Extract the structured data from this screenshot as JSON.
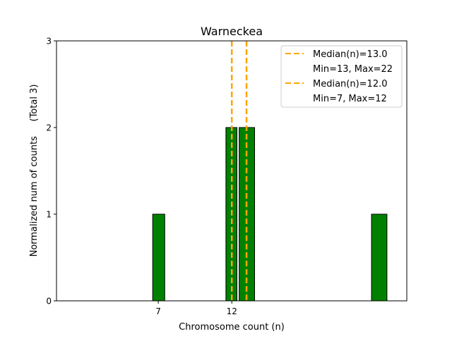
{
  "chart_data": {
    "type": "bar",
    "title": "Warneckea",
    "xlabel": "Chromosome count (n)",
    "ylabel": "Normalized num of counts     (Total 3)",
    "xlim": [
      0.08,
      23.9
    ],
    "ylim": [
      0,
      3
    ],
    "x_ticks": [
      7,
      12
    ],
    "y_ticks": [
      0,
      1,
      2,
      3
    ],
    "bar_color": "#008000",
    "median_color": "#FFA500",
    "bars": [
      {
        "x0": 6.62,
        "x1": 7.44,
        "value": 1
      },
      {
        "x0": 11.6,
        "x1": 12.35,
        "value": 2
      },
      {
        "x0": 12.5,
        "x1": 13.55,
        "value": 2
      },
      {
        "x0": 21.5,
        "x1": 22.55,
        "value": 1
      }
    ],
    "medians": [
      13.0,
      12.0
    ],
    "legend": {
      "position": "top-right",
      "entries": [
        {
          "label": "Median(n)=13.0",
          "sublabel": "Min=13, Max=22"
        },
        {
          "label": "Median(n)=12.0",
          "sublabel": "Min=7, Max=12"
        }
      ]
    }
  }
}
